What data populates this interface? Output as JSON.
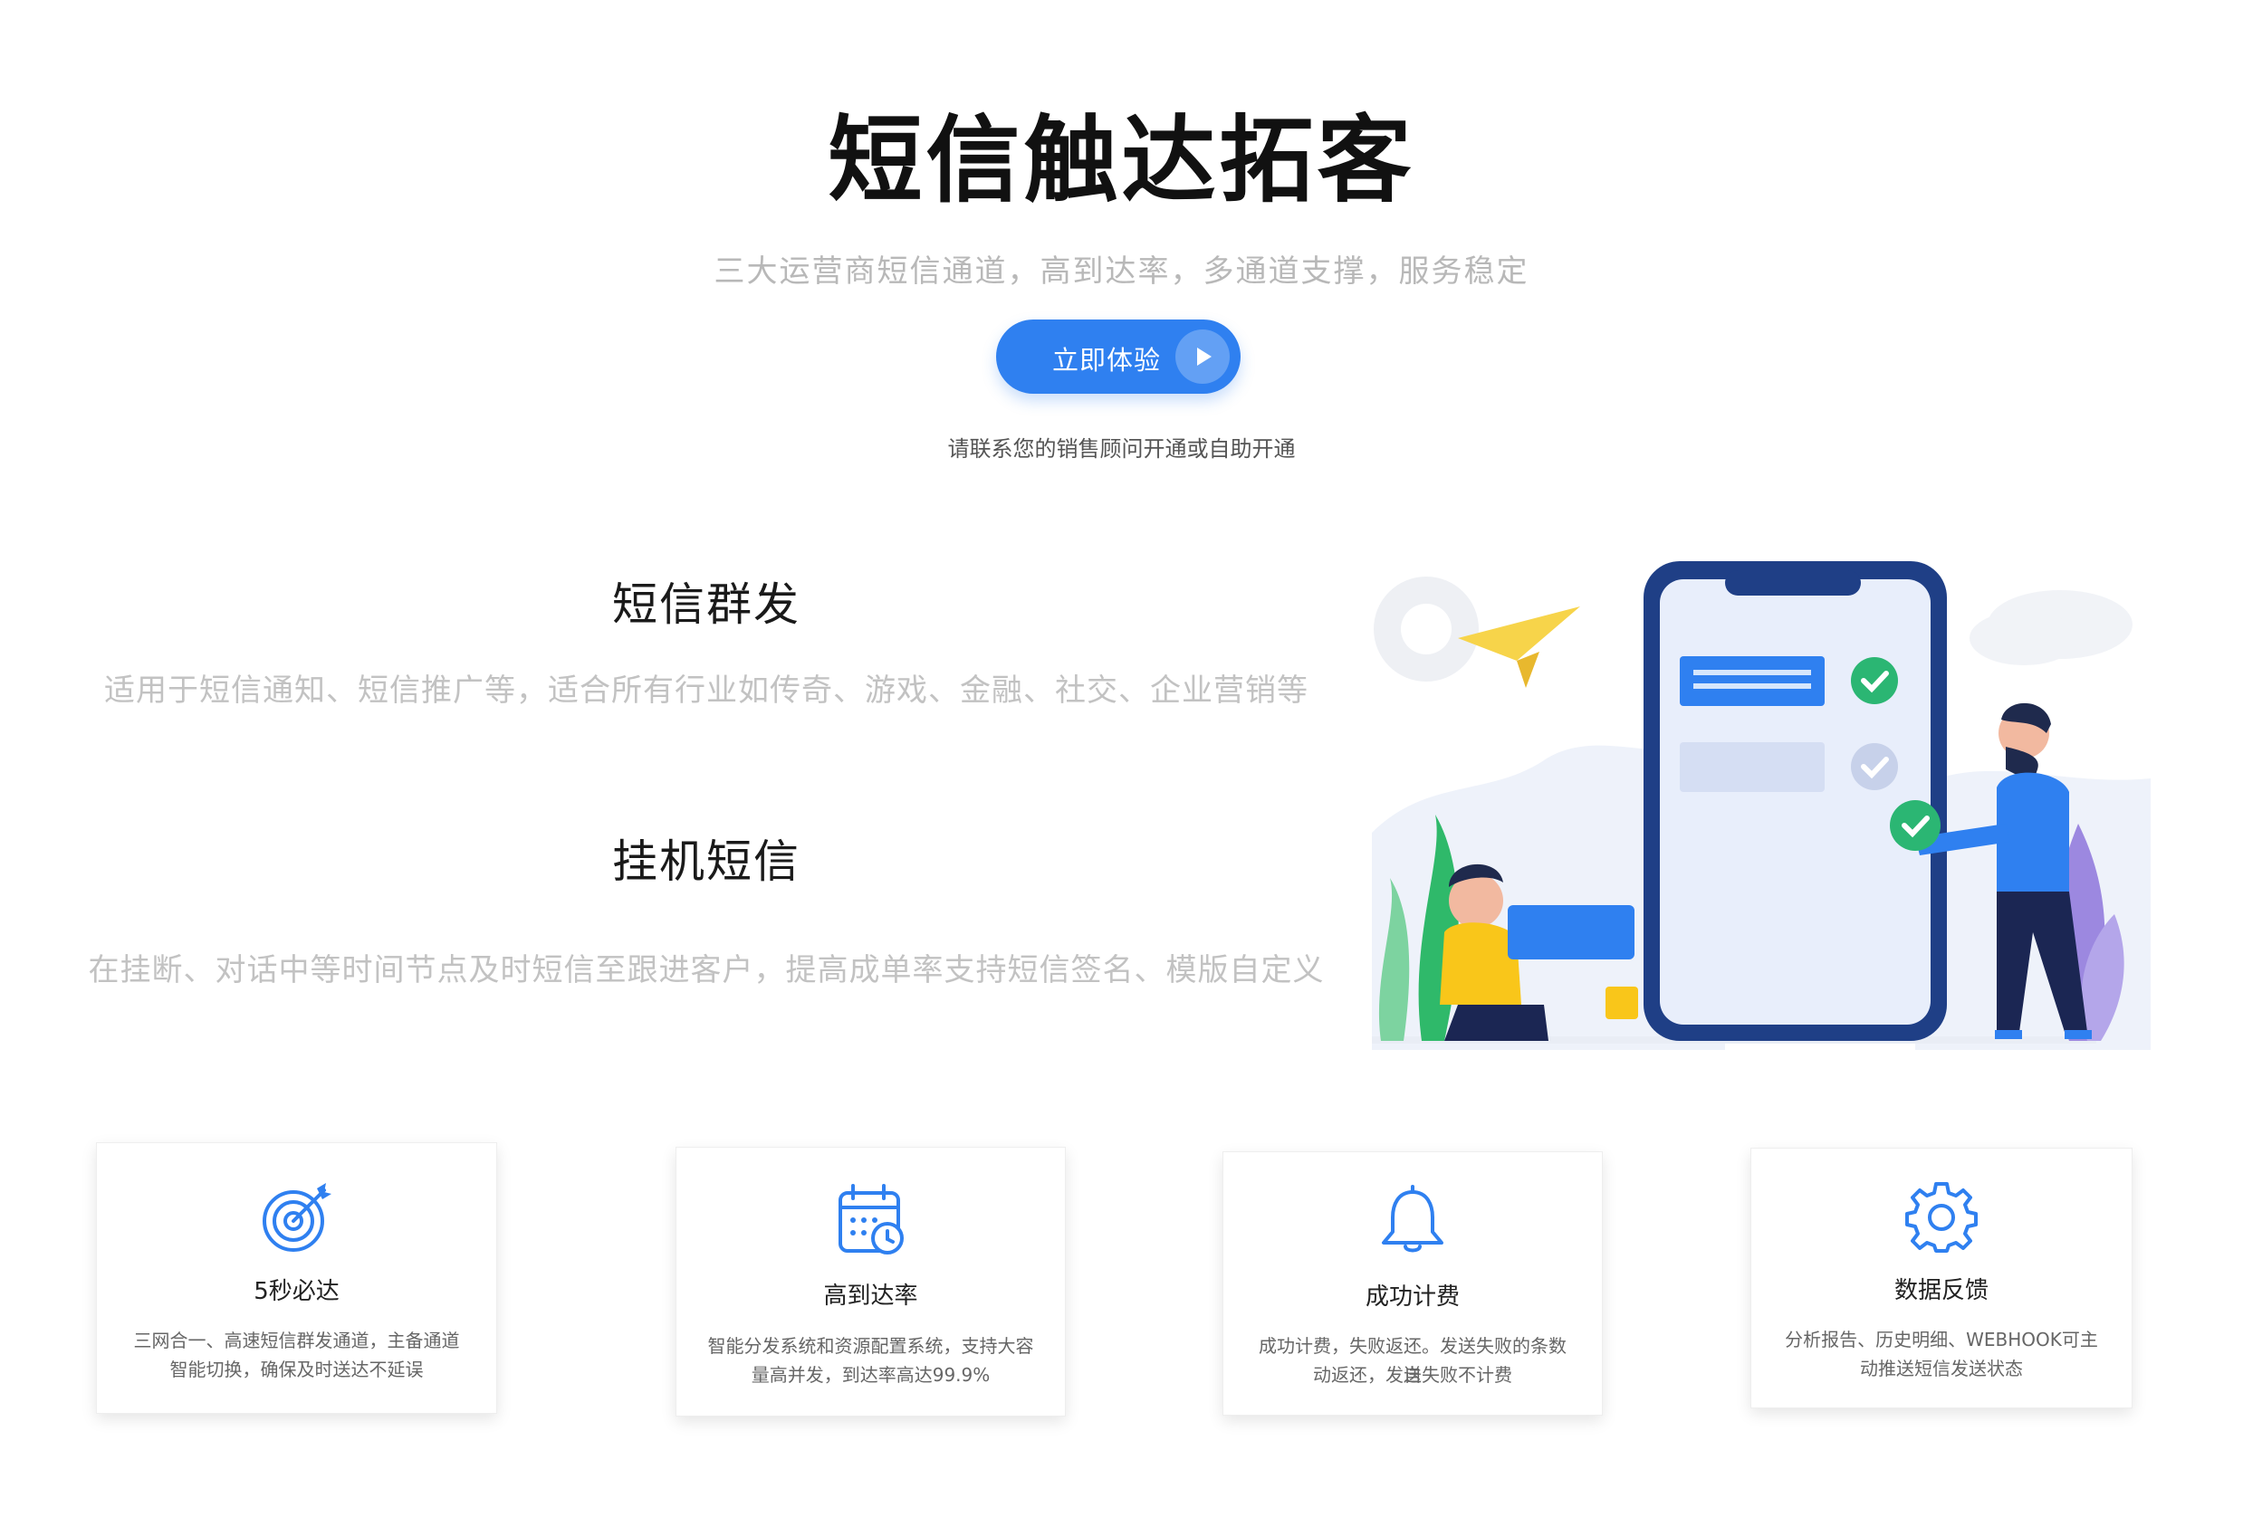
{
  "hero": {
    "title": "短信触达拓客",
    "subtitle": "三大运营商短信通道，高到达率，多通道支撑，服务稳定",
    "cta_label": "立即体验",
    "cta_note": "请联系您的销售顾问开通或自助开通"
  },
  "features": [
    {
      "title": "短信群发",
      "desc": "适用于短信通知、短信推广等，适合所有行业如传奇、游戏、金融、社交、企业营销等"
    },
    {
      "title": "挂机短信",
      "desc": "在挂断、对话中等时间节点及时短信至跟进客户，提高成单率支持短信签名、模版自定义"
    }
  ],
  "cards": [
    {
      "icon": "target-icon",
      "title": "5秒必达",
      "desc_line1": "三网合一、高速短信群发通道，主备通道",
      "desc_line2": "智能切换，确保及时送达不延误"
    },
    {
      "icon": "calendar-clock-icon",
      "title": "高到达率",
      "desc_line1": "智能分发系统和资源配置系统，支持大容",
      "desc_line2": "量高并发，到达率高达99.9%"
    },
    {
      "icon": "bell-icon",
      "title": "成功计费",
      "desc_line1": "成功计费，失败返还。发送失败的条数自",
      "desc_line2": "动返还，发送失败不计费"
    },
    {
      "icon": "gear-icon",
      "title": "数据反馈",
      "desc_line1": "分析报告、历史明细、WEBHOOK可主",
      "desc_line2": "动推送短信发送状态"
    }
  ],
  "colors": {
    "accent": "#2f80f0",
    "check_green": "#2bb673",
    "phone_frame": "#1f3f86"
  }
}
